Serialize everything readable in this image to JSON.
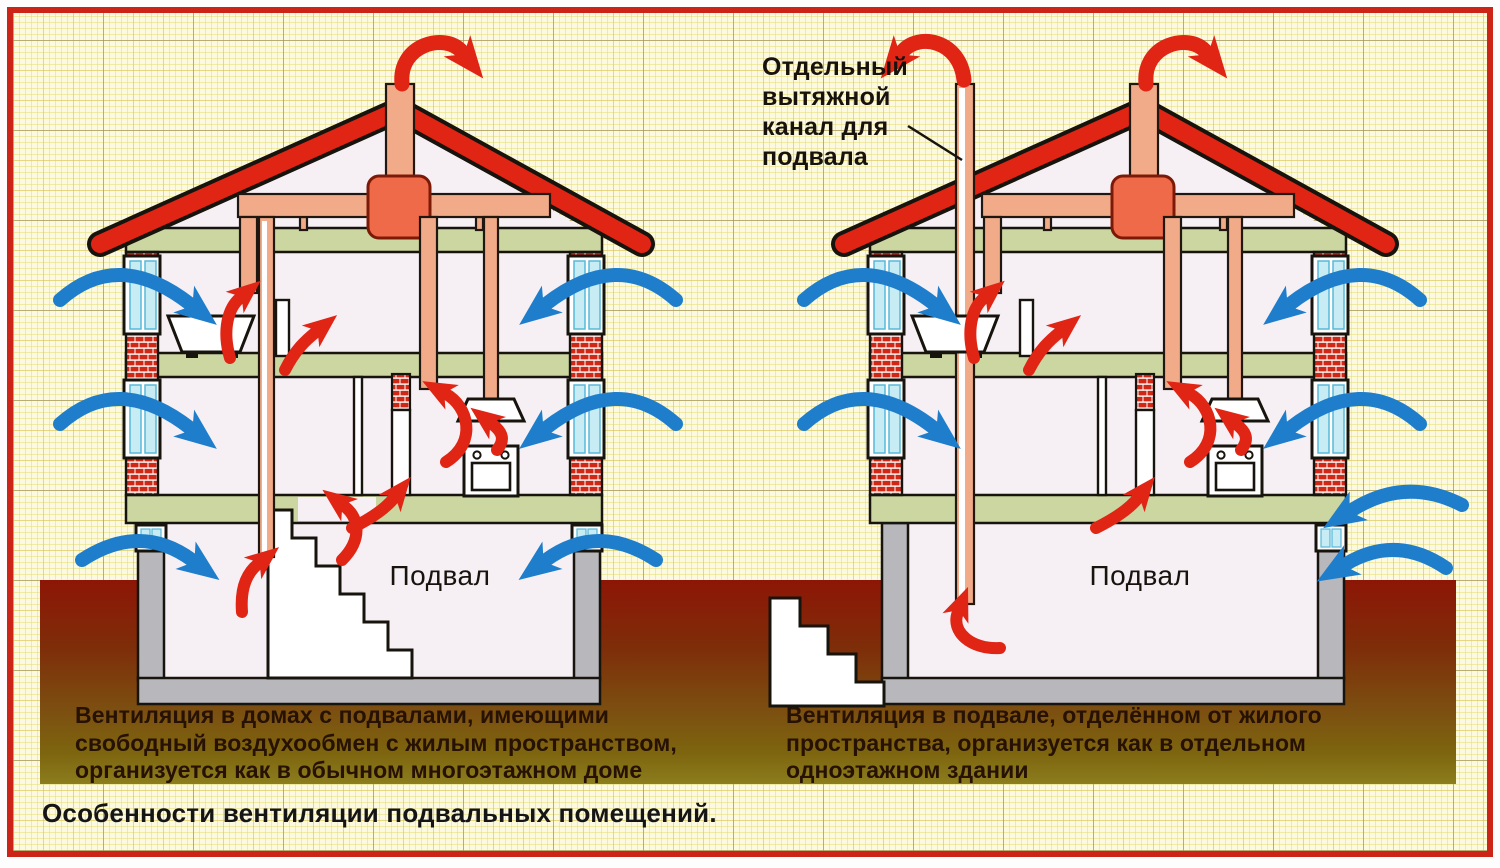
{
  "title": "Особенности вентиляции подвальных помещений.",
  "annotation": {
    "lines": [
      "Отдельный",
      "вытяжной",
      "канал для",
      "подвала"
    ]
  },
  "houses": {
    "left": {
      "basement_label": "Подвал",
      "caption_lines": [
        "Вентиляция в домах с подвалами, имеющими",
        "свободный воздухообмен с жилым пространством,",
        "организуется как в обычном многоэтажном доме"
      ]
    },
    "right": {
      "basement_label": "Подвал",
      "caption_lines": [
        "Вентиляция в подвале, отделённом от жилого",
        "пространства, организуется как в отдельном",
        "одноэтажном здании"
      ]
    }
  },
  "icons": {
    "red_arrow": "exhaust-air-flow-arrow",
    "blue_arrow": "supply-air-flow-arrow"
  },
  "colors": {
    "frame_red": "#cc2517",
    "roof_red": "#e02515",
    "duct_salmon": "#f2ab89",
    "collector_orange": "#ee6a48",
    "floor_slab_olive": "#ccd6a0",
    "wall_brick_red": "#cf2817",
    "window_cyan": "#c8ecf4",
    "arrow_blue": "#1e7ecb",
    "arrow_red": "#e02515",
    "concrete_gray": "#b8b8bc",
    "soil_dark_red": "#8d1606",
    "soil_olive": "#8c7d1d",
    "paper_yellow": "#fcf9e2"
  }
}
